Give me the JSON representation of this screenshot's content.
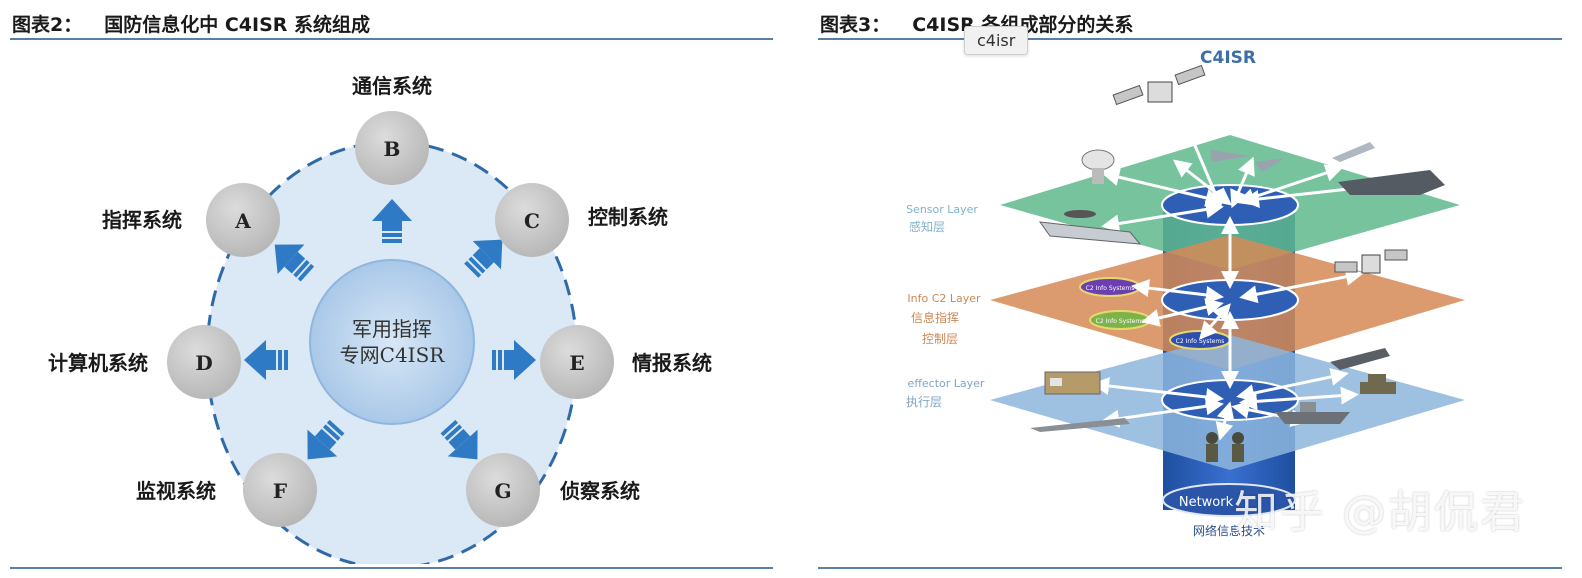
{
  "left_figure": {
    "title_num": "图表2：",
    "title_text": "国防信息化中 C4ISR 系统组成",
    "center_line1": "军用指挥",
    "center_line2": "专网C4ISR",
    "nodes": [
      {
        "letter": "A",
        "label": "指挥系统"
      },
      {
        "letter": "B",
        "label": "通信系统"
      },
      {
        "letter": "C",
        "label": "控制系统"
      },
      {
        "letter": "D",
        "label": "计算机系统"
      },
      {
        "letter": "E",
        "label": "情报系统"
      },
      {
        "letter": "F",
        "label": "监视系统"
      },
      {
        "letter": "G",
        "label": "侦察系统"
      }
    ]
  },
  "right_figure": {
    "title_num": "图表3：",
    "title_text": "C4ISR 各组成部分的关系",
    "header": "C4ISR",
    "layers": [
      {
        "en": "Sensor Layer",
        "cn": "感知层",
        "color": "#5fb88c"
      },
      {
        "en": "Info C2 Layer",
        "cn1": "信息指挥",
        "cn2": "控制层",
        "color": "#d58a55"
      },
      {
        "en": "effector Layer",
        "cn": "执行层",
        "color": "#8db6dd"
      }
    ],
    "c2_boxes": [
      "C2 Info Systems",
      "C2 Info Systems",
      "C2 Info Systems"
    ],
    "network_label": "Network",
    "bottom_label": "网络信息技术"
  },
  "tooltip": "c4isr",
  "watermark": "知乎 @胡侃君"
}
